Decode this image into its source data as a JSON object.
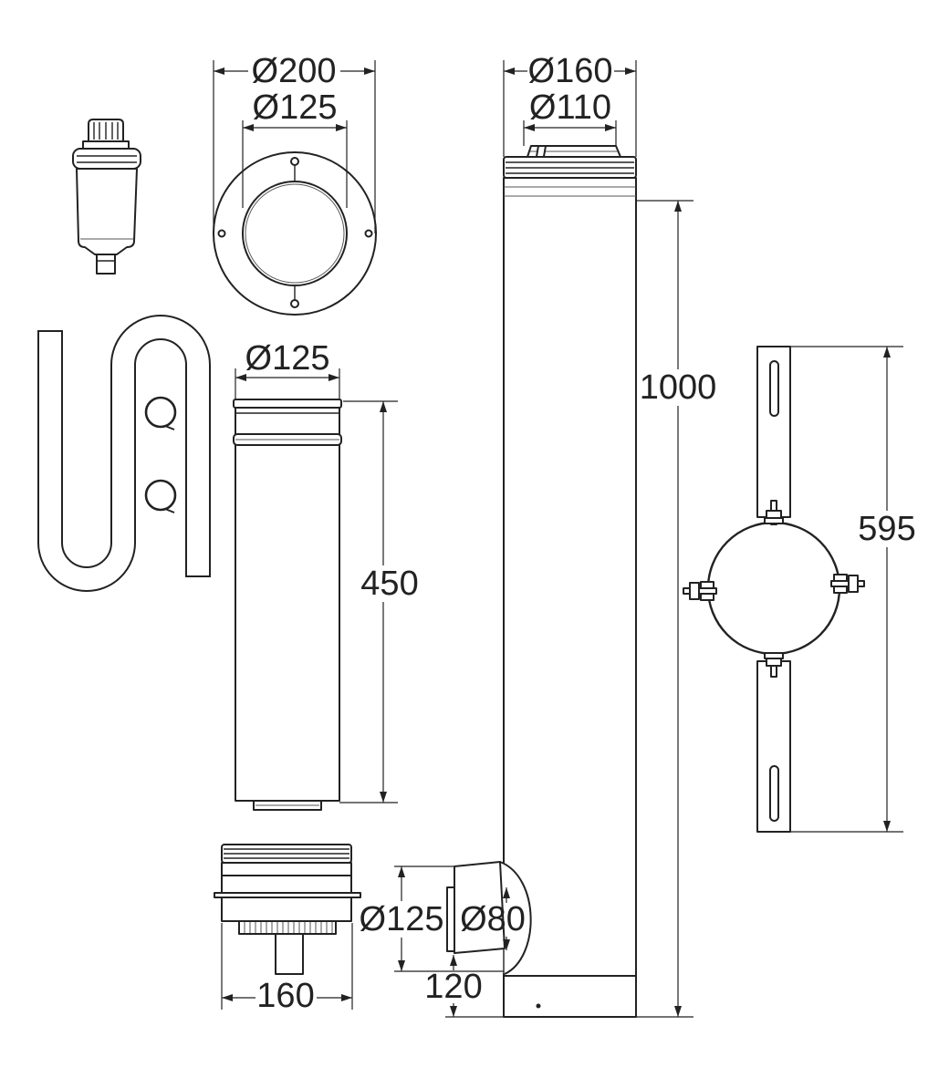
{
  "colors": {
    "line": "#222222",
    "background": "#ffffff"
  },
  "rosette": {
    "outer_diameter": "Ø200",
    "inner_diameter": "Ø125"
  },
  "pipe_450": {
    "diameter": "Ø125",
    "length": "450"
  },
  "pipe_1000": {
    "outer_diameter": "Ø160",
    "inner_diameter": "Ø110",
    "length": "1000"
  },
  "outlet": {
    "outer_diameter": "Ø125",
    "inner_diameter": "Ø80",
    "offset": "120"
  },
  "base": {
    "width": "160"
  },
  "wall_bracket": {
    "length": "595"
  }
}
